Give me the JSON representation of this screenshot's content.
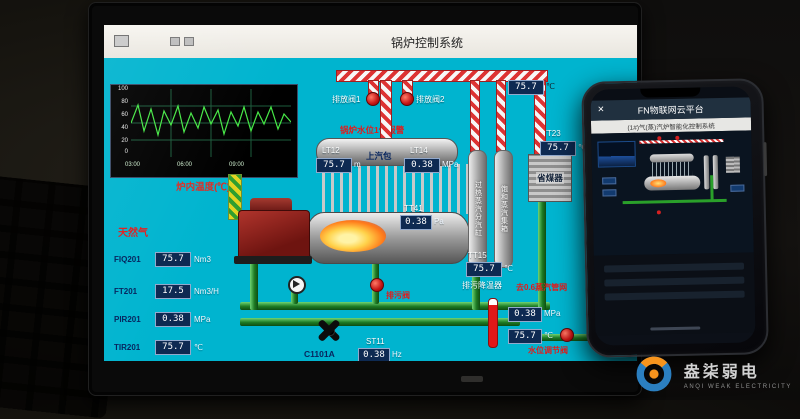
{
  "window": {
    "title": "锅炉控制系统"
  },
  "colors": {
    "scada_bg": "#00b4cf",
    "alarm_red": "#e21b1b",
    "pipe_green": "#1d7a24",
    "steam_red": "#dd3333",
    "logo_orange": "#f7941d",
    "logo_blue": "#2b7fc0"
  },
  "trend": {
    "y_ticks": [
      "100",
      "80",
      "60",
      "40",
      "20",
      "0"
    ],
    "x_ticks": [
      "03:00",
      "06:00",
      "09:00"
    ],
    "caption": "炉内温度(℃)"
  },
  "gas_label": "天然气",
  "meters": [
    {
      "tag": "FIQ201",
      "value": "75.7",
      "unit": "Nm3"
    },
    {
      "tag": "FT201",
      "value": "17.5",
      "unit": "Nm3/H"
    },
    {
      "tag": "PIR201",
      "value": "0.38",
      "unit": "MPa"
    },
    {
      "tag": "TIR201",
      "value": "75.7",
      "unit": "℃"
    }
  ],
  "top": {
    "valve1": "排放阀1",
    "valve2": "排放阀2",
    "temp": "75.7",
    "temp_unit": "℃"
  },
  "drum": {
    "alarm": "锅炉水位1低报警",
    "label": "上汽包",
    "lt12": {
      "tag": "LT12",
      "value": "75.7",
      "unit": "m"
    },
    "lt14": {
      "tag": "LT14",
      "value": "0.38",
      "unit": "MPa"
    }
  },
  "tt41": {
    "tag": "TT41",
    "value": "0.38",
    "unit": "Pa"
  },
  "right": {
    "tt23": {
      "tag": "TT23",
      "value": "75.7",
      "unit": "℃"
    },
    "economizer": "省煤器",
    "vessel1": "过热蒸汽分汽缸",
    "vessel2": "饱和蒸汽集箱",
    "tt15": {
      "tag": "TT15",
      "value": "75.7",
      "unit": "℃"
    },
    "cooler": "排污降温器",
    "steam_net": "去0.6蒸汽管网",
    "pressure": {
      "value": "0.38",
      "unit": "MPa"
    },
    "temp": {
      "value": "75.7",
      "unit": "℃"
    },
    "reg_valve": "水位调节阀"
  },
  "bottom": {
    "blowdown": "排污阀",
    "fan_tag": "C1101A",
    "st11": {
      "tag": "ST11",
      "value": "0.38",
      "unit": "Hz"
    }
  },
  "phone": {
    "close": "×",
    "title": "FN物联网云平台",
    "subtitle": "(1#)气(蒸)汽炉智能化控制系统"
  },
  "watermark": {
    "name": "盎柒弱电",
    "sub": "ANQI WEAK ELECTRICITY"
  }
}
